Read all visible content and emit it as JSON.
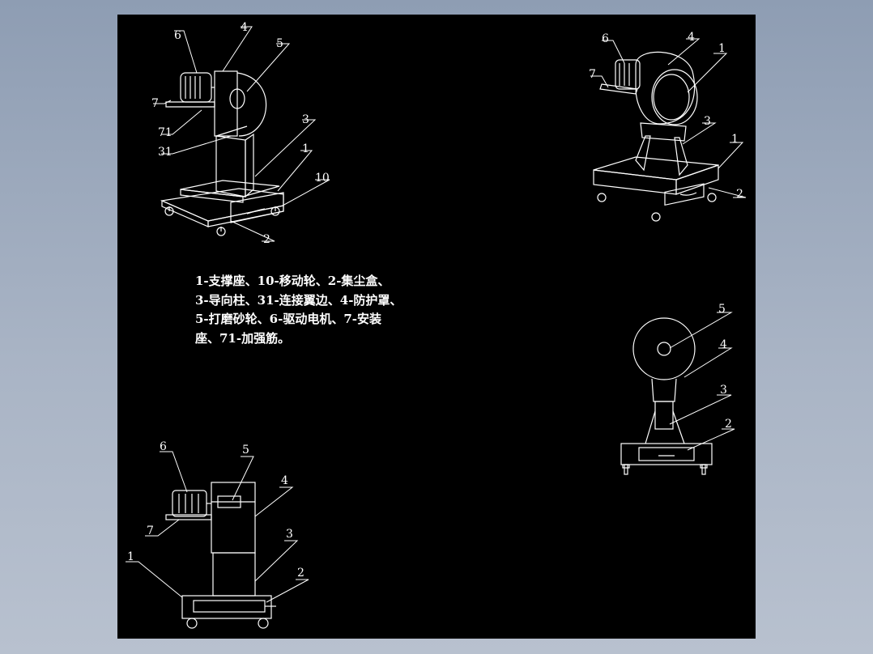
{
  "legend": {
    "line1": "1-支撑座、10-移动轮、2-集尘盒、",
    "line2": "3-导向柱、31-连接翼边、4-防护罩、",
    "line3": "5-打磨砂轮、6-驱动电机、7-安装",
    "line4": "座、71-加强筋。"
  },
  "views": {
    "iso_left": {
      "labels": [
        "6",
        "4",
        "5",
        "7",
        "71",
        "31",
        "3",
        "1",
        "10",
        "2"
      ]
    },
    "iso_right": {
      "labels": [
        "6",
        "4",
        "1",
        "7",
        "3",
        "1",
        "2"
      ]
    },
    "side": {
      "labels": [
        "5",
        "4",
        "3",
        "2"
      ]
    },
    "front": {
      "labels": [
        "6",
        "5",
        "4",
        "7",
        "3",
        "1",
        "2"
      ]
    }
  },
  "colors": {
    "background": "#000000",
    "lines": "#ffffff",
    "frame": "#a9b4c5"
  }
}
